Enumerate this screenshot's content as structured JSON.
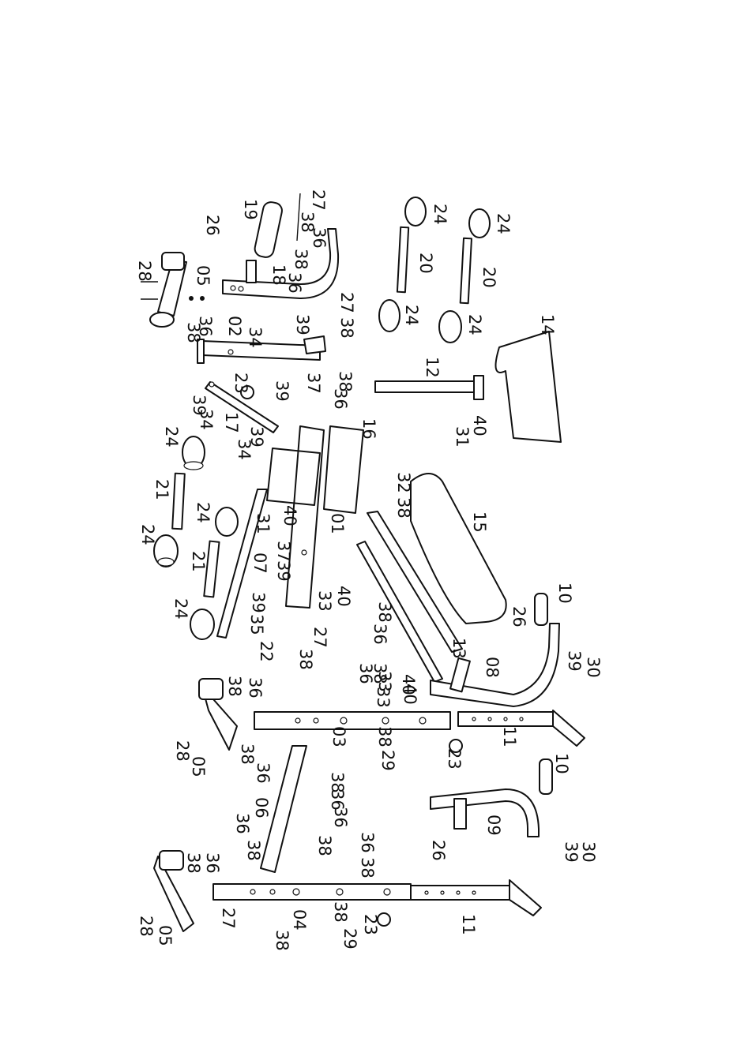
{
  "diagram": {
    "labels": [
      {
        "id": "l28a",
        "text": "28"
      },
      {
        "id": "l05a",
        "text": "05"
      },
      {
        "id": "l38a",
        "text": "38"
      },
      {
        "id": "l36a",
        "text": "36"
      },
      {
        "id": "l26a",
        "text": "26"
      },
      {
        "id": "l19",
        "text": "19"
      },
      {
        "id": "l27a",
        "text": "27"
      },
      {
        "id": "l38b",
        "text": "38"
      },
      {
        "id": "l36b",
        "text": "36"
      },
      {
        "id": "l38c",
        "text": "38"
      },
      {
        "id": "l18",
        "text": "18"
      },
      {
        "id": "l36c",
        "text": "36"
      },
      {
        "id": "l02",
        "text": "02"
      },
      {
        "id": "l34a",
        "text": "34"
      },
      {
        "id": "l39a",
        "text": "39"
      },
      {
        "id": "l27b",
        "text": "27"
      },
      {
        "id": "l38d",
        "text": "38"
      },
      {
        "id": "l23a",
        "text": "23"
      },
      {
        "id": "l39b",
        "text": "39"
      },
      {
        "id": "l37a",
        "text": "37"
      },
      {
        "id": "l38e",
        "text": "38"
      },
      {
        "id": "l36d",
        "text": "36"
      },
      {
        "id": "l39c",
        "text": "39"
      },
      {
        "id": "l34b",
        "text": "34"
      },
      {
        "id": "l17",
        "text": "17"
      },
      {
        "id": "l39d",
        "text": "39"
      },
      {
        "id": "l34c",
        "text": "34"
      },
      {
        "id": "l24a",
        "text": "24"
      },
      {
        "id": "l21a",
        "text": "21"
      },
      {
        "id": "l24b",
        "text": "24"
      },
      {
        "id": "l24c",
        "text": "24"
      },
      {
        "id": "l21b",
        "text": "21"
      },
      {
        "id": "l24d",
        "text": "24"
      },
      {
        "id": "l07",
        "text": "07"
      },
      {
        "id": "l31a",
        "text": "31"
      },
      {
        "id": "l40a",
        "text": "40"
      },
      {
        "id": "l01",
        "text": "01"
      },
      {
        "id": "l37b",
        "text": "37"
      },
      {
        "id": "l39e",
        "text": "39"
      },
      {
        "id": "l39f",
        "text": "39"
      },
      {
        "id": "l35",
        "text": "35"
      },
      {
        "id": "l22",
        "text": "22"
      },
      {
        "id": "l16",
        "text": "16"
      },
      {
        "id": "l32",
        "text": "32"
      },
      {
        "id": "l38f",
        "text": "38"
      },
      {
        "id": "l15",
        "text": "15"
      },
      {
        "id": "l33a",
        "text": "33"
      },
      {
        "id": "l40b",
        "text": "40"
      },
      {
        "id": "l38g",
        "text": "38"
      },
      {
        "id": "l36e",
        "text": "36"
      },
      {
        "id": "l13",
        "text": "13"
      },
      {
        "id": "l33b",
        "text": "33"
      },
      {
        "id": "l40c",
        "text": "40"
      },
      {
        "id": "l24e",
        "text": "24"
      },
      {
        "id": "l20a",
        "text": "20"
      },
      {
        "id": "l24f",
        "text": "24"
      },
      {
        "id": "l24g",
        "text": "24"
      },
      {
        "id": "l20b",
        "text": "20"
      },
      {
        "id": "l24h",
        "text": "24"
      },
      {
        "id": "l14",
        "text": "14"
      },
      {
        "id": "l12",
        "text": "12"
      },
      {
        "id": "l40d",
        "text": "40"
      },
      {
        "id": "l31b",
        "text": "31"
      },
      {
        "id": "l10a",
        "text": "10"
      },
      {
        "id": "l26b",
        "text": "26"
      },
      {
        "id": "l08",
        "text": "08"
      },
      {
        "id": "l39g",
        "text": "39"
      },
      {
        "id": "l30a",
        "text": "30"
      },
      {
        "id": "l27c",
        "text": "27"
      },
      {
        "id": "l38h",
        "text": "38"
      },
      {
        "id": "l36f",
        "text": "36"
      },
      {
        "id": "l38i",
        "text": "38"
      },
      {
        "id": "l33c",
        "text": "33"
      },
      {
        "id": "l40e",
        "text": "40"
      },
      {
        "id": "l38j",
        "text": "38"
      },
      {
        "id": "l36g",
        "text": "36"
      },
      {
        "id": "l28b",
        "text": "28"
      },
      {
        "id": "l05b",
        "text": "05"
      },
      {
        "id": "l38k",
        "text": "38"
      },
      {
        "id": "l29a",
        "text": "29"
      },
      {
        "id": "l03",
        "text": "03"
      },
      {
        "id": "l23b",
        "text": "23"
      },
      {
        "id": "l11a",
        "text": "11"
      },
      {
        "id": "l38l",
        "text": "38"
      },
      {
        "id": "l36h",
        "text": "36"
      },
      {
        "id": "l38m",
        "text": "38"
      },
      {
        "id": "l36i",
        "text": "36"
      },
      {
        "id": "l06",
        "text": "06"
      },
      {
        "id": "l36j",
        "text": "36"
      },
      {
        "id": "l38n",
        "text": "38"
      },
      {
        "id": "l36k",
        "text": "36"
      },
      {
        "id": "l38o",
        "text": "38"
      },
      {
        "id": "l10b",
        "text": "10"
      },
      {
        "id": "l09",
        "text": "09"
      },
      {
        "id": "l26c",
        "text": "26"
      },
      {
        "id": "l39h",
        "text": "39"
      },
      {
        "id": "l30b",
        "text": "30"
      },
      {
        "id": "l36l",
        "text": "36"
      },
      {
        "id": "l38p",
        "text": "38"
      },
      {
        "id": "l38q",
        "text": "38"
      },
      {
        "id": "l36m",
        "text": "36"
      },
      {
        "id": "l28c",
        "text": "28"
      },
      {
        "id": "l05c",
        "text": "05"
      },
      {
        "id": "l27d",
        "text": "27"
      },
      {
        "id": "l38r",
        "text": "38"
      },
      {
        "id": "l04",
        "text": "04"
      },
      {
        "id": "l38s",
        "text": "38"
      },
      {
        "id": "l29b",
        "text": "29"
      },
      {
        "id": "l23c",
        "text": "23"
      },
      {
        "id": "l11b",
        "text": "11"
      }
    ]
  }
}
